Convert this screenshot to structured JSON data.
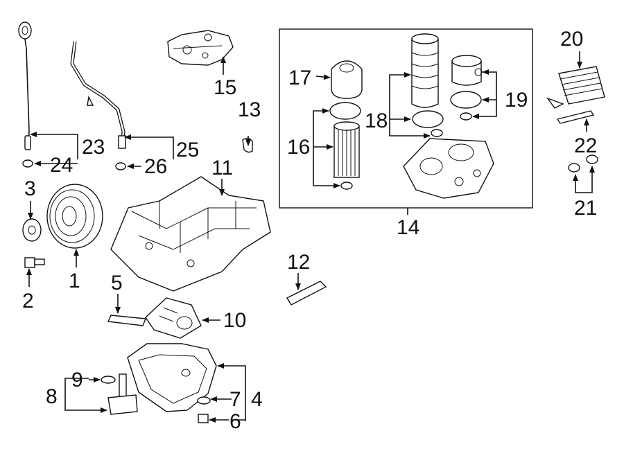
{
  "diagram": {
    "callouts": [
      {
        "id": "c1",
        "text": "1"
      },
      {
        "id": "c2",
        "text": "2"
      },
      {
        "id": "c3",
        "text": "3"
      },
      {
        "id": "c4",
        "text": "4"
      },
      {
        "id": "c5",
        "text": "5"
      },
      {
        "id": "c6",
        "text": "6"
      },
      {
        "id": "c7",
        "text": "7"
      },
      {
        "id": "c8",
        "text": "8"
      },
      {
        "id": "c9",
        "text": "9"
      },
      {
        "id": "c10",
        "text": "10"
      },
      {
        "id": "c11",
        "text": "11"
      },
      {
        "id": "c12",
        "text": "12"
      },
      {
        "id": "c13",
        "text": "13"
      },
      {
        "id": "c14",
        "text": "14"
      },
      {
        "id": "c15",
        "text": "15"
      },
      {
        "id": "c16",
        "text": "16"
      },
      {
        "id": "c17",
        "text": "17"
      },
      {
        "id": "c18",
        "text": "18"
      },
      {
        "id": "c19",
        "text": "19"
      },
      {
        "id": "c20",
        "text": "20"
      },
      {
        "id": "c21",
        "text": "21"
      },
      {
        "id": "c22",
        "text": "22"
      },
      {
        "id": "c23",
        "text": "23"
      },
      {
        "id": "c24",
        "text": "24"
      },
      {
        "id": "c25",
        "text": "25"
      },
      {
        "id": "c26",
        "text": "26"
      }
    ],
    "colors": {
      "line": "#111111",
      "background": "#ffffff"
    }
  }
}
